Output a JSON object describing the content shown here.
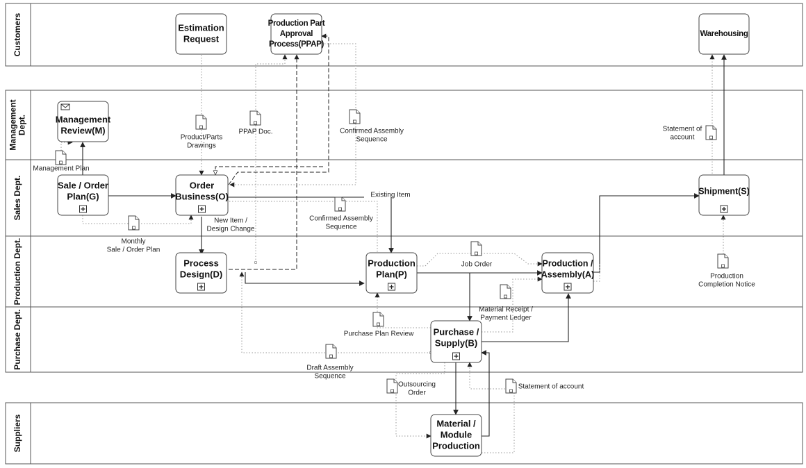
{
  "pools": {
    "customers": "Customers",
    "management": "Management Dept.",
    "sales": "Sales Dept.",
    "production": "Production Dept.",
    "purchase": "Purchase Dept.",
    "suppliers": "Suppliers"
  },
  "tasks": {
    "estimation": [
      "Estimation",
      "Request"
    ],
    "ppap": [
      "Production Part",
      "Approval",
      "Process(PPAP)"
    ],
    "warehousing": [
      "Warehousing"
    ],
    "management_review": [
      "Management",
      "Review(M)"
    ],
    "sale_order_plan": [
      "Sale / Order",
      "Plan(G)"
    ],
    "order_business": [
      "Order",
      "Business(O)"
    ],
    "shipment": [
      "Shipment(S)"
    ],
    "process_design": [
      "Process",
      "Design(D)"
    ],
    "production_plan": [
      "Production",
      "Plan(P)"
    ],
    "production_assembly": [
      "Production /",
      "Assembly(A)"
    ],
    "purchase_supply": [
      "Purchase /",
      "Supply(B)"
    ],
    "material_module": [
      "Material /",
      "Module",
      "Production"
    ]
  },
  "documents": {
    "product_parts_drawings": [
      "Product/Parts",
      "Drawings"
    ],
    "ppap_doc": [
      "PPAP Doc."
    ],
    "confirmed_assembly_top": [
      "Confirmed Assembly",
      "Sequence"
    ],
    "statement_account_top": [
      "Statement of",
      "account"
    ],
    "management_plan": [
      "Management Plan"
    ],
    "monthly_plan": [
      "Monthly",
      "Sale / Order Plan"
    ],
    "confirmed_assembly_mid": [
      "Confirmed Assembly",
      "Sequence"
    ],
    "job_order": [
      "Job Order"
    ],
    "production_completion": [
      "Production",
      "Completion Notice"
    ],
    "material_receipt": [
      "Material Receipt /",
      "Payment Ledger"
    ],
    "purchase_plan_review": [
      "Purchase Plan Review"
    ],
    "draft_assembly": [
      "Draft Assembly",
      "Sequence"
    ],
    "outsourcing_order": [
      "Outsourcing",
      "Order"
    ],
    "statement_account_bottom": [
      "Statement of account"
    ]
  },
  "flow_labels": {
    "existing_item": [
      "Existing Item"
    ],
    "new_item": [
      "New Item /",
      "Design Change"
    ]
  },
  "icons": {
    "subprocess_marker": "plus-square-icon",
    "message_marker": "envelope-icon",
    "data_object": "document-icon"
  },
  "colors": {
    "line": "#222222",
    "association": "#999999",
    "border": "#444444",
    "background": "#ffffff"
  }
}
